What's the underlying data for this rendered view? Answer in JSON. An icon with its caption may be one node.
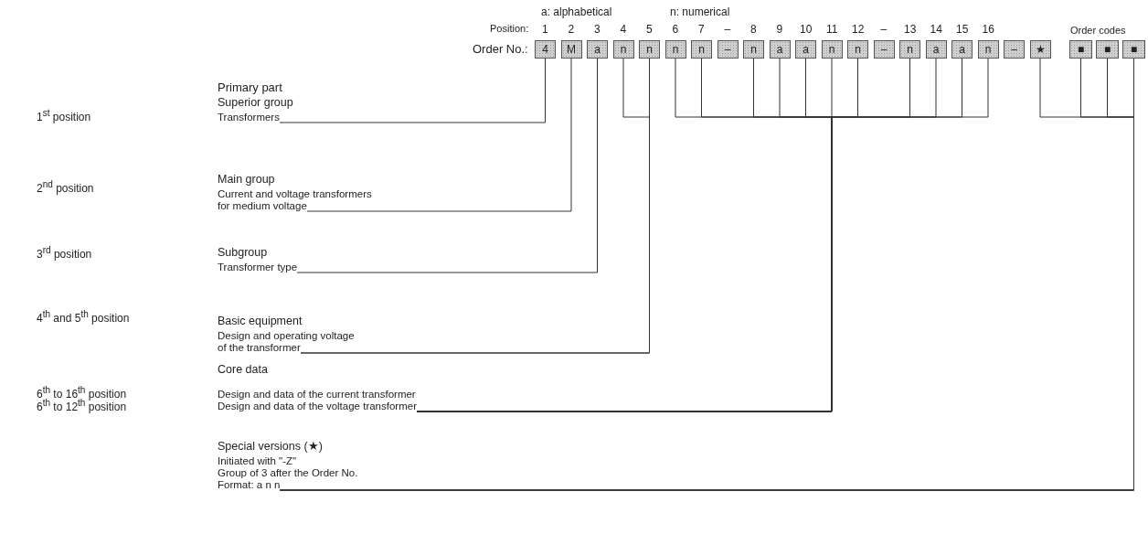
{
  "diagram": {
    "nodes": [
      {
        "text": [
          "4"
        ]
      },
      {
        "text": [
          "M"
        ]
      },
      {
        "text": [
          "a"
        ]
      },
      {
        "text": [
          "n"
        ]
      },
      {
        "text": [
          "n"
        ]
      },
      {
        "text": [
          "n"
        ]
      },
      {
        "text": [
          "n"
        ]
      },
      {
        "text": [
          "–"
        ]
      },
      {
        "text": [
          "n"
        ]
      },
      {
        "text": [
          "a"
        ]
      },
      {
        "text": [
          "a"
        ]
      },
      {
        "text": [
          "n"
        ]
      },
      {
        "text": [
          "n"
        ]
      },
      {
        "text": [
          "–"
        ]
      },
      {
        "text": [
          "n"
        ]
      },
      {
        "text": [
          "a"
        ]
      },
      {
        "text": [
          "a"
        ]
      },
      {
        "text": [
          "n"
        ]
      },
      {
        "text": [
          "–"
        ]
      },
      {
        "text": [
          "★"
        ]
      },
      {
        "text": [
          "■"
        ]
      },
      {
        "text": [
          "■"
        ]
      },
      {
        "text": [
          "■"
        ]
      },
      {
        "text": [
          "Superior group",
          "Transformers"
        ]
      },
      {
        "text": [
          "Main group",
          "Current and voltage transformers for medium voltage"
        ]
      },
      {
        "text": [
          "Subgroup",
          "Transformer type"
        ]
      },
      {
        "text": [
          "Basic equipment",
          "Design and operating voltage of the transformer"
        ]
      },
      {
        "text": [
          "Core data",
          "Design and data of the current transformer",
          "Design and data of the voltage transformer"
        ]
      },
      {
        "text": [
          "Special versions (★)",
          "Initiated with \"-Z\"",
          "Group of 3 after the Order No.",
          "Format: a n n"
        ]
      }
    ],
    "edges": [
      {
        "from": 23,
        "to": 0,
        "arrow": "none"
      },
      {
        "from": 24,
        "to": 1,
        "arrow": "none"
      },
      {
        "from": 25,
        "to": 2,
        "arrow": "none"
      },
      {
        "from": 26,
        "to": 3,
        "arrow": "none"
      },
      {
        "from": 26,
        "to": 4,
        "arrow": "none"
      },
      {
        "from": 27,
        "to": 5,
        "arrow": "none"
      },
      {
        "from": 27,
        "to": 6,
        "arrow": "none"
      },
      {
        "from": 27,
        "to": 8,
        "arrow": "none"
      },
      {
        "from": 27,
        "to": 9,
        "arrow": "none"
      },
      {
        "from": 27,
        "to": 10,
        "arrow": "none"
      },
      {
        "from": 27,
        "to": 11,
        "arrow": "none"
      },
      {
        "from": 27,
        "to": 12,
        "arrow": "none"
      },
      {
        "from": 27,
        "to": 14,
        "arrow": "none"
      },
      {
        "from": 27,
        "to": 15,
        "arrow": "none"
      },
      {
        "from": 27,
        "to": 16,
        "arrow": "none"
      },
      {
        "from": 27,
        "to": 17,
        "arrow": "none"
      },
      {
        "from": 28,
        "to": 19,
        "arrow": "none"
      },
      {
        "from": 28,
        "to": 20,
        "arrow": "none"
      },
      {
        "from": 28,
        "to": 21,
        "arrow": "none"
      },
      {
        "from": 28,
        "to": 22,
        "arrow": "none"
      }
    ],
    "labels": [
      "a: alphabetical",
      "n: numerical",
      "Position:",
      "1",
      "2",
      "3",
      "4",
      "5",
      "6",
      "7",
      "–",
      "8",
      "9",
      "10",
      "11",
      "12",
      "–",
      "13",
      "14",
      "15",
      "16",
      "Order codes",
      "Order No.:",
      "Primary part",
      "1$^{st}$ position",
      "2$^{nd}$ position",
      "3$^{rd}$ position",
      "4$^{th}$ and 5$^{th}$ position",
      "6$^{th}$ to 16$^{th}$ position",
      "6$^{th}$ to 12$^{th}$ position"
    ]
  }
}
